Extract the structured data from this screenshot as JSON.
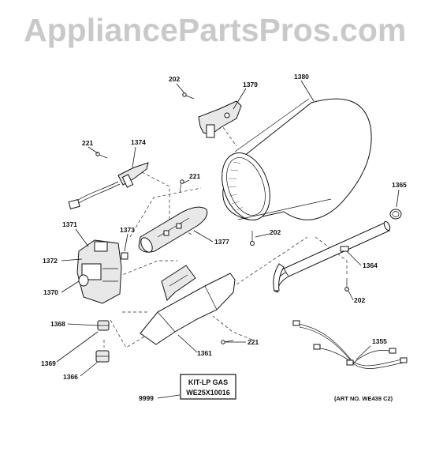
{
  "watermark": "AppliancePartsPros.com",
  "callouts": [
    {
      "id": "c202a",
      "text": "202"
    },
    {
      "id": "c1379",
      "text": "1379"
    },
    {
      "id": "c1380",
      "text": "1380"
    },
    {
      "id": "c221a",
      "text": "221"
    },
    {
      "id": "c1374",
      "text": "1374"
    },
    {
      "id": "c221b",
      "text": "221"
    },
    {
      "id": "c1365",
      "text": "1365"
    },
    {
      "id": "c1371",
      "text": "1371"
    },
    {
      "id": "c1373",
      "text": "1373"
    },
    {
      "id": "c202b",
      "text": "202"
    },
    {
      "id": "c1377",
      "text": "1377"
    },
    {
      "id": "c1372",
      "text": "1372"
    },
    {
      "id": "c1364",
      "text": "1364"
    },
    {
      "id": "c1370",
      "text": "1370"
    },
    {
      "id": "c202c",
      "text": "202"
    },
    {
      "id": "c1368",
      "text": "1368"
    },
    {
      "id": "c221c",
      "text": "221"
    },
    {
      "id": "c1355",
      "text": "1355"
    },
    {
      "id": "c1361",
      "text": "1361"
    },
    {
      "id": "c1369",
      "text": "1369"
    },
    {
      "id": "c1366",
      "text": "1366"
    },
    {
      "id": "c9999",
      "text": "9999"
    }
  ],
  "kit_box": {
    "line1": "KIT-LP GAS",
    "line2": "WE25X10016"
  },
  "art_number": "(ART NO. WE439 C2)"
}
